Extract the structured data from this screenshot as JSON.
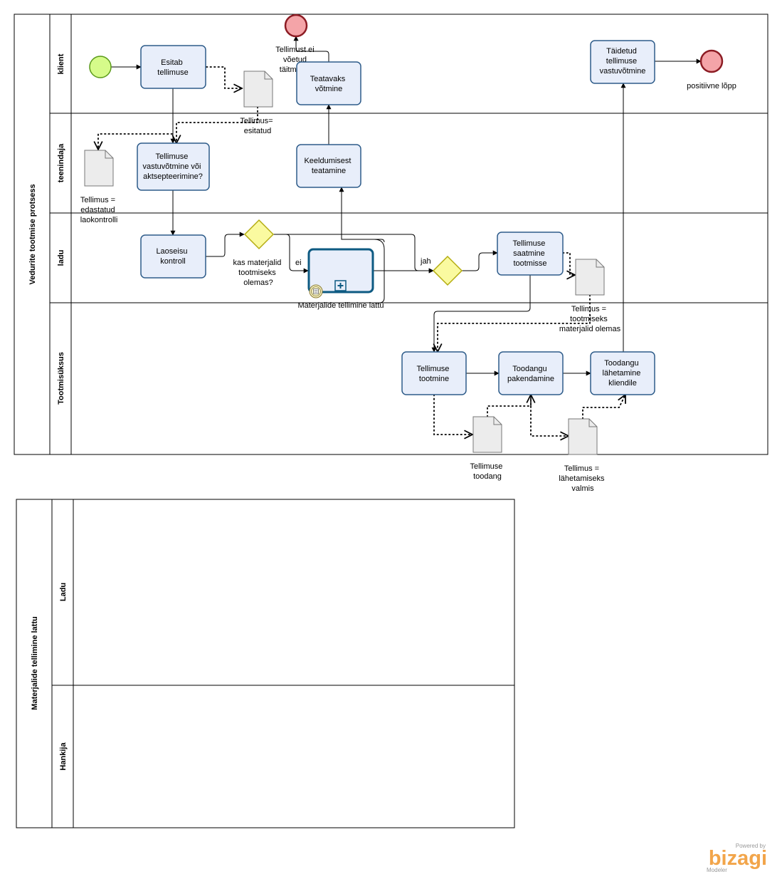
{
  "pools": [
    {
      "name": "Vedurite tootmise protsess",
      "lanes": [
        "klient",
        "teenindaja",
        "ladu",
        "Tootmisüksus"
      ]
    },
    {
      "name": "Materjalide tellimine lattu",
      "lanes": [
        "Ladu",
        "Hankija"
      ]
    }
  ],
  "tasks": {
    "esitab": [
      "Esitab",
      "tellimuse"
    ],
    "teatavaks": [
      "Teatavaks",
      "võtmine"
    ],
    "taidetud": [
      "Täidetud",
      "tellimuse",
      "vastuvõtmine"
    ],
    "vastuvotmine": [
      "Tellimuse",
      "vastuvõtmine või",
      "aktsepteerimine?"
    ],
    "keeldumisest": [
      "Keeldumisest",
      "teatamine"
    ],
    "laoseisu": [
      "Laoseisu",
      "kontroll"
    ],
    "saatmine": [
      "Tellimuse",
      "saatmine",
      "tootmisse"
    ],
    "tootmine": [
      "Tellimuse",
      "tootmine"
    ],
    "pakendamine": [
      "Toodangu",
      "pakendamine"
    ],
    "lahetamine": [
      "Toodangu",
      "lähetamine",
      "kliendile"
    ]
  },
  "subprocess": {
    "label": "Materjalide tellimine lattu"
  },
  "gateways": {
    "materjalid": [
      "kas materjalid",
      "tootmiseks",
      "olemas?"
    ],
    "ei": "ei",
    "jah": "jah"
  },
  "events": {
    "negative_end": [
      "Tellimust ei",
      "võetud",
      "täitmisele"
    ],
    "positive_end": "positiivne lõpp"
  },
  "documents": {
    "esitatud": [
      "Tellimus=",
      "esitatud"
    ],
    "edastatud": [
      "Tellimus =",
      "edastatud",
      "laokontrolli"
    ],
    "olemas": [
      "Tellimus =",
      "tootmiseks",
      "materjalid olemas"
    ],
    "toodang": [
      "Tellimuse",
      "toodang"
    ],
    "valmis": [
      "Tellimus =",
      "lähetamiseks",
      "valmis"
    ]
  },
  "brand": {
    "powered": "Powered by",
    "name": "bizagi",
    "product": "Modeler"
  },
  "colors": {
    "task_fill": "#e8eefa",
    "task_stroke": "#2e5c8a",
    "gateway_fill": "#fafaa0",
    "gateway_stroke": "#b4ac10",
    "start_fill": "#d6fb8a",
    "start_stroke": "#5a9a1a",
    "end_fill": "#f4a4a8",
    "end_stroke": "#8c1c24",
    "doc_fill": "#ececec",
    "brand": "#f2a54a"
  }
}
